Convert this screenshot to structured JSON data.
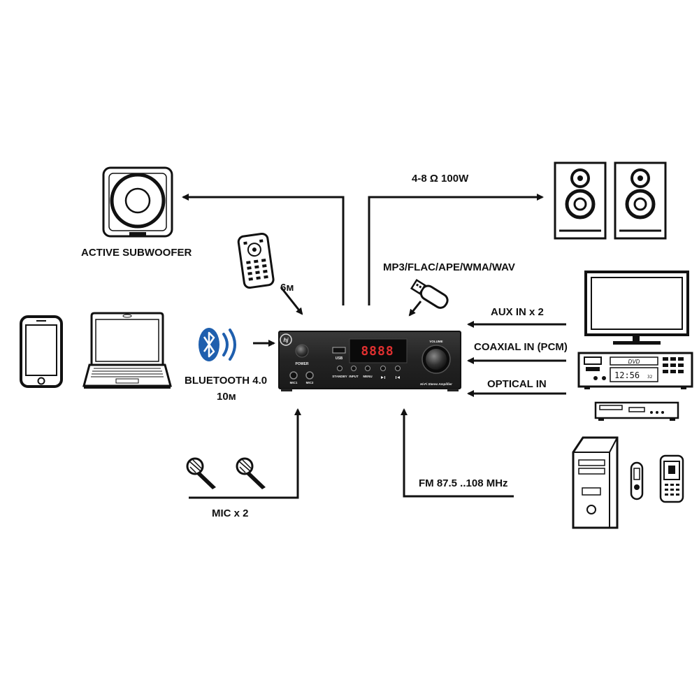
{
  "labels": {
    "subwoofer": "ACTIVE SUBWOOFER",
    "speakers": "4-8 Ω 100W",
    "remote_range": "6м",
    "formats": "MP3/FLAC/APE/WMA/WAV",
    "aux": "AUX IN x 2",
    "coaxial": "COAXIAL IN (PCM)",
    "optical": "OPTICAL IN",
    "bluetooth": "BLUETOOTH 4.0",
    "bluetooth_range": "10м",
    "mic": "MIC x 2",
    "fm": "FM 87.5 ..108 MHz"
  },
  "amplifier": {
    "display": "8888",
    "usb": "USB",
    "power": "POWER",
    "volume": "VOLUME",
    "buttons": [
      "STANDBY",
      "INPUT",
      "MENU"
    ],
    "mic1": "MIC1",
    "mic2": "MIC2",
    "model": "Hi-Fi Stereo Amplifier"
  },
  "dvd": {
    "brand": "DVD",
    "time": "12:56",
    "seconds": "32"
  },
  "colors": {
    "line": "#111111",
    "panel": "#2b2b2b",
    "bluetooth": "#1f5fae",
    "led": "#e03030"
  }
}
